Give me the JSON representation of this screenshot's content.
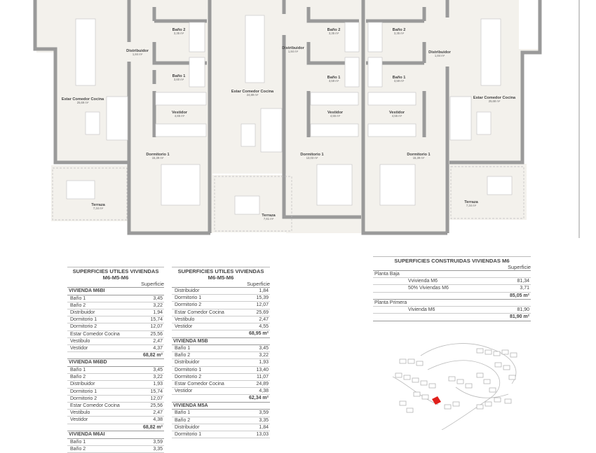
{
  "plan": {
    "rooms": [
      {
        "name": "Baño 2",
        "area": "3,35 m²"
      },
      {
        "name": "Distribuidor",
        "area": "1,84 m²"
      },
      {
        "name": "Baño 1",
        "area": "3,60 m²"
      },
      {
        "name": "Estar Comedor Cocina",
        "area": "25,69 m²"
      },
      {
        "name": "Vestidor",
        "area": "4,65 m²"
      },
      {
        "name": "Dormitorio 1",
        "area": "15,39 m²"
      },
      {
        "name": "Terraza",
        "area": "7,34 m²"
      },
      {
        "name": "Estar Comedor Cocina",
        "area": "24,89 m²"
      },
      {
        "name": "Distribuidor",
        "area": "1,84 m²"
      },
      {
        "name": "Terraza",
        "area": "7,61 m²"
      },
      {
        "name": "Baño 2",
        "area": "3,35 m²"
      },
      {
        "name": "Baño 1",
        "area": "3,59 m²"
      },
      {
        "name": "Vestidor",
        "area": "4,55 m²"
      },
      {
        "name": "Dormitorio 1",
        "area": "13,03 m²"
      },
      {
        "name": "Baño 2",
        "area": "3,35 m²"
      },
      {
        "name": "Baño 1",
        "area": "3,59 m²"
      },
      {
        "name": "Vestidor",
        "area": "4,55 m²"
      },
      {
        "name": "Dormitorio 1",
        "area": "15,39 m²"
      },
      {
        "name": "Distribuidor",
        "area": "1,84 m²"
      },
      {
        "name": "Estar Comedor Cocina",
        "area": "25,68 m²"
      },
      {
        "name": "Terraza",
        "area": "7,34 m²"
      }
    ],
    "wall_color": "#9a9a9a",
    "floor_color": "#f3f1ec"
  },
  "tables": [
    {
      "title": [
        "SUPERFICIES UTILES VIVIENDAS",
        "M6-M5-M6"
      ],
      "column": "Superficie",
      "sections": [
        {
          "name": "VIVIENDA M6BI",
          "rows": [
            [
              "Baño 1",
              "3,45"
            ],
            [
              "Baño 2",
              "3,22"
            ],
            [
              "Distribuidor",
              "1,94"
            ],
            [
              "Dormitorio 1",
              "15,74"
            ],
            [
              "Dormitorio 2",
              "12,07"
            ],
            [
              "Estar Comedor Cocina",
              "25,56"
            ],
            [
              "Vestibulo",
              "2,47"
            ],
            [
              "Vestidor",
              "4,37"
            ]
          ],
          "total": "68,82 m²"
        },
        {
          "name": "VIVIENDA M6BD",
          "rows": [
            [
              "Baño 1",
              "3,45"
            ],
            [
              "Baño 2",
              "3,22"
            ],
            [
              "Distribuidor",
              "1,93"
            ],
            [
              "Dormitorio 1",
              "15,74"
            ],
            [
              "Dormitorio 2",
              "12,07"
            ],
            [
              "Estar Comedor Cocina",
              "25,56"
            ],
            [
              "Vestibulo",
              "2,47"
            ],
            [
              "Vestidor",
              "4,38"
            ]
          ],
          "total": "68,82 m²"
        },
        {
          "name": "VIVIENDA M6AI",
          "rows": [
            [
              "Baño 1",
              "3,59"
            ],
            [
              "Baño 2",
              "3,35"
            ]
          ]
        }
      ]
    },
    {
      "title": [
        "SUPERFICIES UTILES VIVIENDAS",
        "M6-M5-M6"
      ],
      "column": "Superficie",
      "sections": [
        {
          "rows": [
            [
              "Distribuidor",
              "1,84"
            ],
            [
              "Dormitorio 1",
              "15,39"
            ],
            [
              "Dormitorio 2",
              "12,07"
            ],
            [
              "Estar Comedor Cocina",
              "25,69"
            ],
            [
              "Vestibulo",
              "2,47"
            ],
            [
              "Vestidor",
              "4,55"
            ]
          ],
          "total": "68,95 m²"
        },
        {
          "name": "VIVIENDA M5B",
          "rows": [
            [
              "Baño 1",
              "3,45"
            ],
            [
              "Baño 2",
              "3,22"
            ],
            [
              "Distribuidor",
              "1,93"
            ],
            [
              "Dormitorio 1",
              "13,40"
            ],
            [
              "Dormitorio 2",
              "11,07"
            ],
            [
              "Estar Comedor Cocina",
              "24,89"
            ],
            [
              "Vestidor",
              "4,38"
            ]
          ],
          "total": "62,34 m²"
        },
        {
          "name": "VIVIENDA M5A",
          "rows": [
            [
              "Baño 1",
              "3,59"
            ],
            [
              "Baño 2",
              "3,35"
            ],
            [
              "Distribuidor",
              "1,84"
            ],
            [
              "Dormitorio 1",
              "13,03"
            ]
          ]
        }
      ]
    }
  ],
  "construidas": {
    "title": "SUPERFICIES CONSTRUIDAS VIVIENDAS M6",
    "column": "Superficie",
    "groups": [
      {
        "name": "Planta Baja",
        "rows": [
          [
            "Vvivienda M6",
            "81,34"
          ],
          [
            "50% Viviendas M6",
            "3,71"
          ]
        ],
        "total": "85,05 m²"
      },
      {
        "name": "Planta Primera",
        "rows": [
          [
            "Vivienda M6",
            "81,90"
          ]
        ],
        "total": "81,90 m²"
      }
    ]
  },
  "site_map": {
    "highlight_color": "#e0201c"
  }
}
